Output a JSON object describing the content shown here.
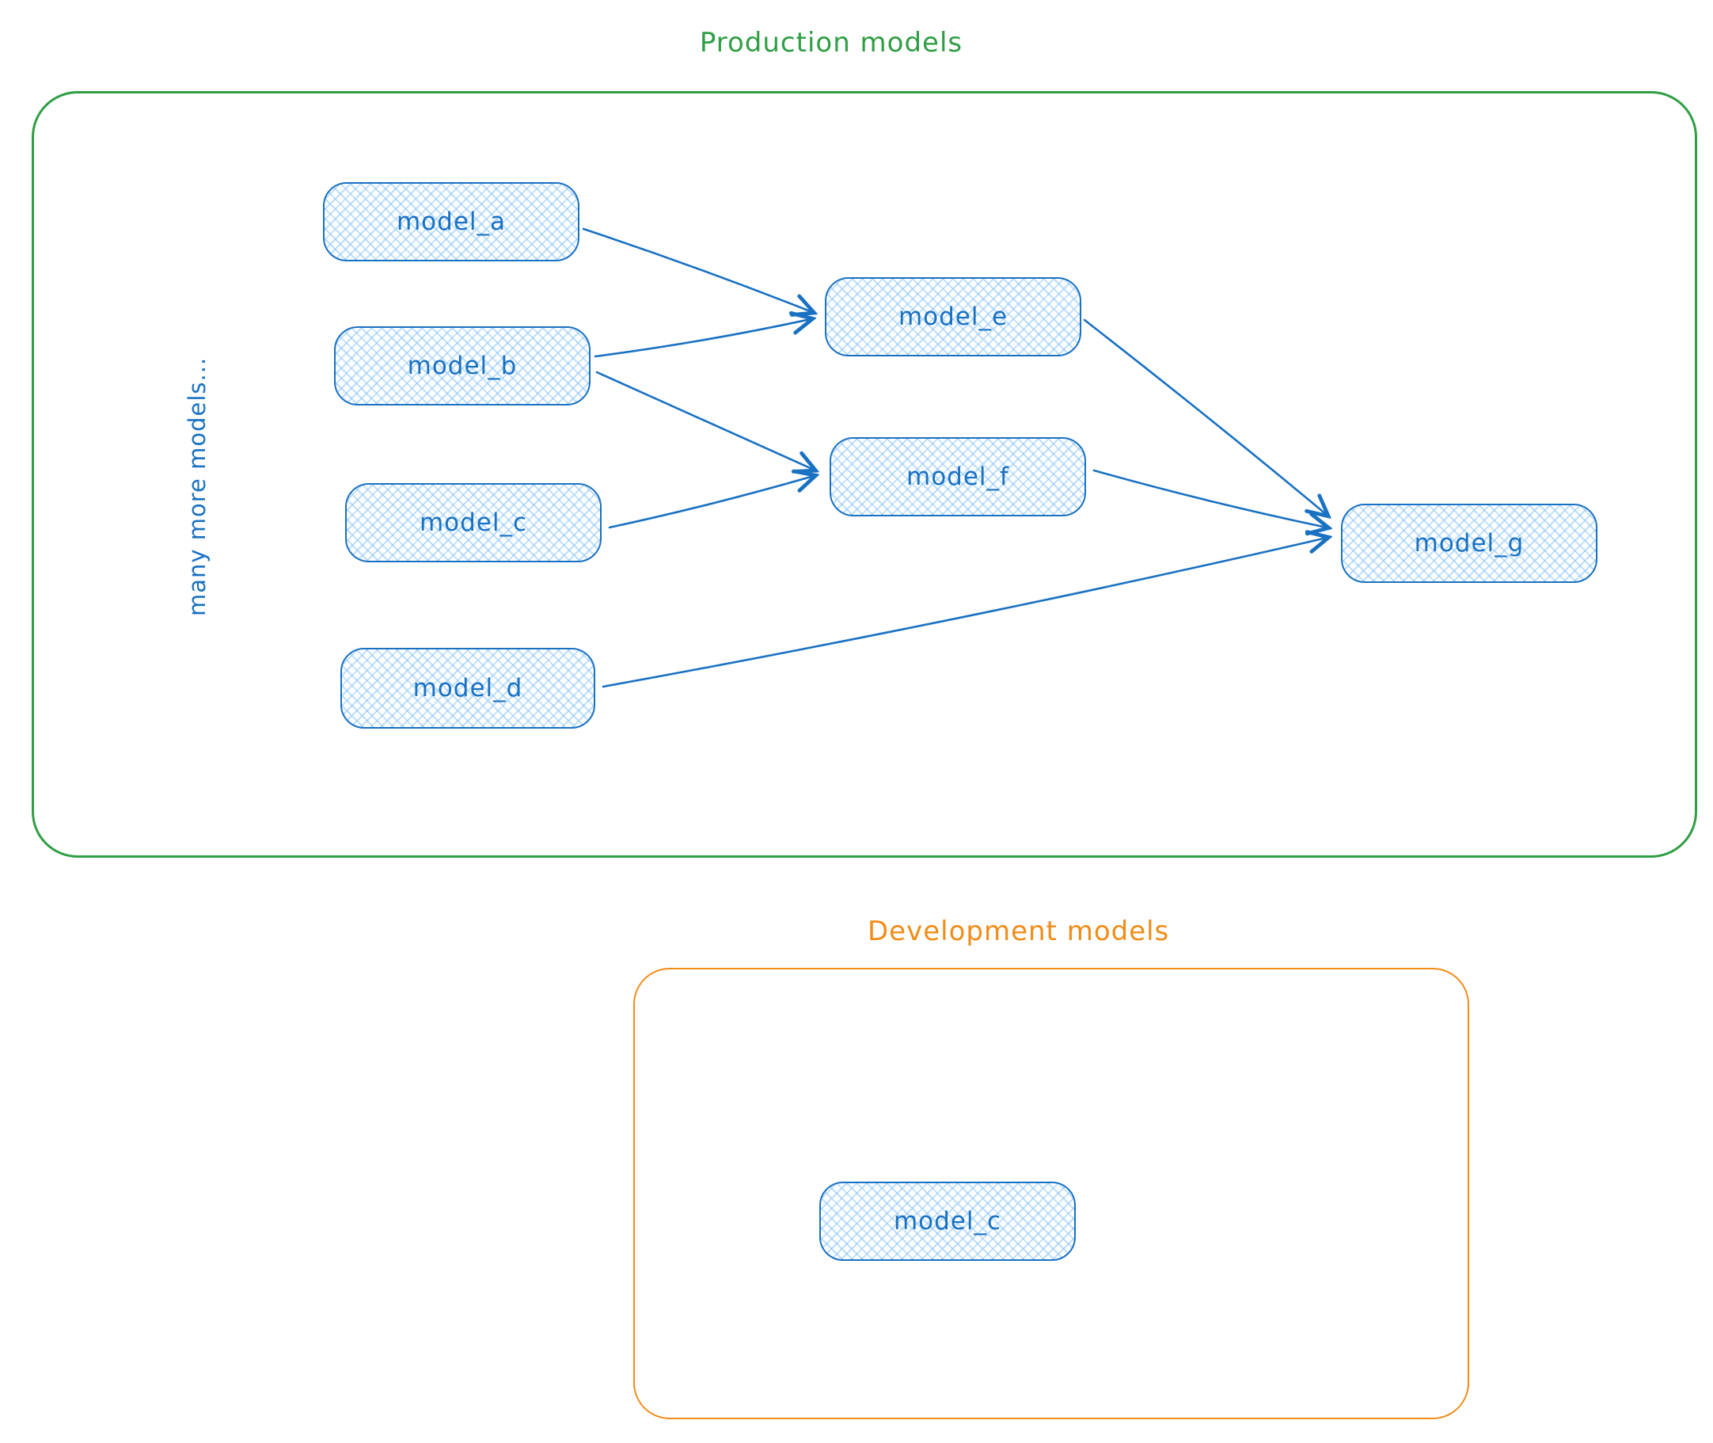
{
  "production": {
    "title": "Production models",
    "side_note": "many more models...",
    "nodes": [
      {
        "id": "model_a",
        "label": "model_a"
      },
      {
        "id": "model_b",
        "label": "model_b"
      },
      {
        "id": "model_c",
        "label": "model_c"
      },
      {
        "id": "model_d",
        "label": "model_d"
      },
      {
        "id": "model_e",
        "label": "model_e"
      },
      {
        "id": "model_f",
        "label": "model_f"
      },
      {
        "id": "model_g",
        "label": "model_g"
      }
    ],
    "edges": [
      {
        "from": "model_a",
        "to": "model_e"
      },
      {
        "from": "model_b",
        "to": "model_e"
      },
      {
        "from": "model_b",
        "to": "model_f"
      },
      {
        "from": "model_c",
        "to": "model_f"
      },
      {
        "from": "model_e",
        "to": "model_g"
      },
      {
        "from": "model_f",
        "to": "model_g"
      },
      {
        "from": "model_d",
        "to": "model_g"
      }
    ]
  },
  "development": {
    "title": "Development models",
    "nodes": [
      {
        "id": "model_c",
        "label": "model_c"
      }
    ]
  },
  "colors": {
    "production_border": "#2f9e44",
    "development_border": "#f08c17",
    "node_border": "#1971c2",
    "node_fill": "#a5d8ff",
    "node_text": "#1971c2",
    "edge": "#1971c2"
  }
}
